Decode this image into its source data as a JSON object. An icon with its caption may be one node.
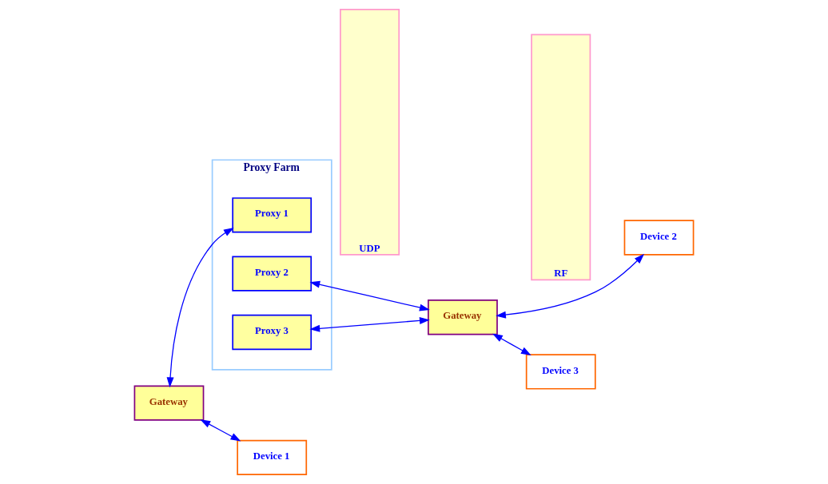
{
  "diagram": {
    "nodes": [
      {
        "text": [
          "Proxy Farm"
        ]
      },
      {
        "text": [
          "Proxy 1"
        ],
        "in": 0
      },
      {
        "text": [
          "Proxy 2"
        ],
        "in": 0
      },
      {
        "text": [
          "Proxy 3"
        ],
        "in": 0
      },
      {
        "text": [
          "UDP"
        ]
      },
      {
        "text": [
          "Gateway"
        ]
      },
      {
        "text": [
          "Gateway"
        ]
      },
      {
        "text": [
          "RF"
        ]
      },
      {
        "text": [
          "Device 1"
        ]
      },
      {
        "text": [
          "Device 2"
        ]
      },
      {
        "text": [
          "Device 3"
        ]
      }
    ],
    "edges": [
      {
        "from": 5,
        "to": 1,
        "arrow": "both"
      },
      {
        "from": 5,
        "to": 8,
        "arrow": "both"
      },
      {
        "from": 2,
        "to": 6,
        "arrow": "both"
      },
      {
        "from": 3,
        "to": 6,
        "arrow": "both"
      },
      {
        "from": 6,
        "to": 9,
        "arrow": "both"
      },
      {
        "from": 6,
        "to": 10,
        "arrow": "both"
      }
    ]
  }
}
